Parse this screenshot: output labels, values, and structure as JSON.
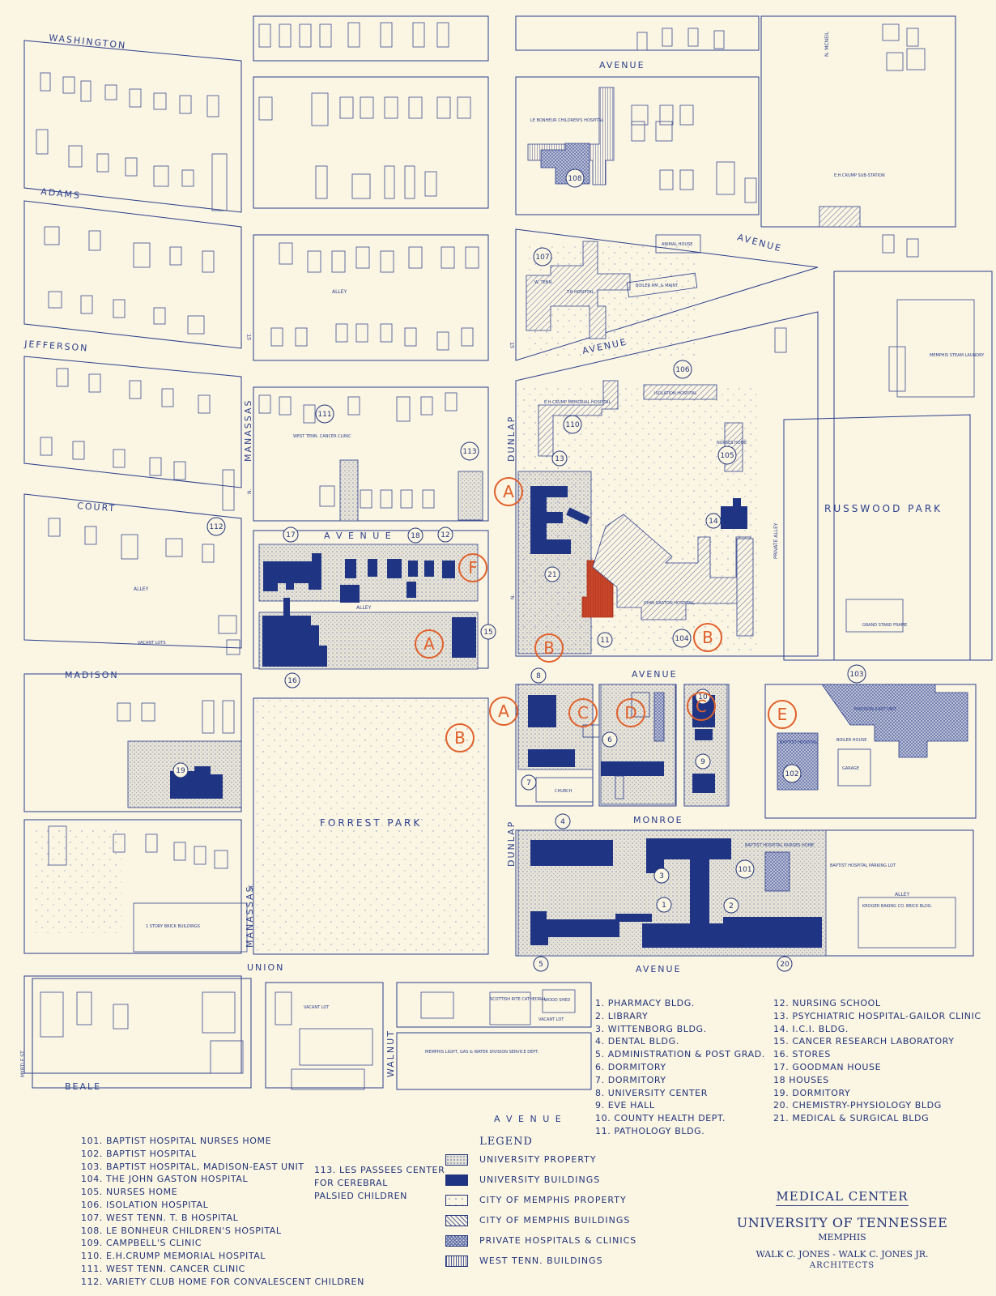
{
  "streets": {
    "washington": "WASHINGTON",
    "adams": "ADAMS",
    "jefferson": "JEFFERSON",
    "court": "COURT",
    "madison": "MADISON",
    "monroe": "MONROE",
    "union": "UNION",
    "beale": "BEALE",
    "avenue": "AVENUE",
    "avenue_spaced": "A V E N U E",
    "alley": "ALLEY",
    "manassas": "MANASSAS",
    "dunlap": "DUNLAP",
    "walnut": "WALNUT",
    "myrtle": "MYRTLE ST",
    "n": "N.",
    "st": "ST.",
    "s": "S",
    "private_alley": "PRIVATE ALLEY",
    "mclemore": "N. MCNEIL"
  },
  "places": {
    "forrest_park": "FORREST PARK",
    "russwood_park": "RUSSWOOD PARK",
    "le_bonheur": "LE BONHEUR CHILDREN'S HOSPITAL",
    "eh_crump_sub": "E.H.CRUMP SUB-STATION",
    "animal_house": "ANIMAL HOUSE",
    "w_tenn_tb": "W. TENN.",
    "tb_hospital": "T.B HOSPITAL",
    "boiler": "BOILER RM. & MAINT.",
    "memphis_steam": "MEMPHIS STEAM LAUNDRY",
    "isolation": "ISOLATION HOSPITAL",
    "eh_crump_memorial": "E.H.CRUMP MEMORIAL HOSPITAL",
    "west_tenn_cancer": "WEST TENN. CANCER CLINIC",
    "nurses_home": "NURSES HOME",
    "john_gaston": "JOHN GASTON HOSPITAL",
    "grand_stand": "GRAND STAND FRAME",
    "church": "CHURCH",
    "baptist_hospital": "BAPTIST HOSPITAL",
    "baptist_nurses": "BAPTIST HOSPITAL NURSES HOME",
    "boiler_house": "BOILER HOUSE",
    "garage": "GARAGE",
    "madison_east": "MADISON-EAST UNIT",
    "parking_lot": "BAPTIST HOSPITAL PARKING LOT",
    "kroger": "KROGER BAKING CO. BRICK BLDG.",
    "vacant_lot": "VACANT LOT",
    "vacant_lots": "VACANT LOTS",
    "storey_brick": "1 STORY BRICK BUILDINGS",
    "memphis_light": "MEMPHIS LIGHT, GAS & WATER DIVISION SERVICE DEPT.",
    "scottish_rite": "SCOTTISH RITE CATHEDRAL",
    "wood_shed": "WOOD SHED"
  },
  "markers": {
    "A": "A",
    "B": "B",
    "C": "C",
    "D": "D",
    "E": "E",
    "F": "F"
  },
  "numbers": [
    "1",
    "2",
    "3",
    "4",
    "5",
    "6",
    "7",
    "8",
    "9",
    "10",
    "11",
    "12",
    "13",
    "14",
    "15",
    "16",
    "17",
    "18",
    "19",
    "20",
    "21",
    "101",
    "102",
    "103",
    "104",
    "105",
    "106",
    "107",
    "108",
    "110",
    "111",
    "112",
    "113"
  ],
  "legend_numbered": [
    "1.  PHARMACY BLDG.",
    "2.  LIBRARY",
    "3.  WITTENBORG BLDG.",
    "4.  DENTAL BLDG.",
    "5.  ADMINISTRATION & POST GRAD.",
    "6.  DORMITORY",
    "7.  DORMITORY",
    "8.  UNIVERSITY CENTER",
    "9.  EVE HALL",
    "10. COUNTY HEALTH DEPT.",
    "11. PATHOLOGY BLDG."
  ],
  "legend_numbered_2": [
    "12. NURSING SCHOOL",
    "13. PSYCHIATRIC HOSPITAL-GAILOR CLINIC",
    "14. I.C.I. BLDG.",
    "15. CANCER RESEARCH LABORATORY",
    "16. STORES",
    "17. GOODMAN HOUSE",
    "18  HOUSES",
    "19. DORMITORY",
    "20. CHEMISTRY-PHYSIOLOGY BLDG",
    "21. MEDICAL & SURGICAL BLDG"
  ],
  "legend_hundreds": [
    "101. BAPTIST HOSPITAL NURSES HOME",
    "102. BAPTIST HOSPITAL",
    "103. BAPTIST HOSPITAL, MADISON-EAST UNIT",
    "104. THE JOHN GASTON HOSPITAL",
    "105. NURSES HOME",
    "106. ISOLATION HOSPITAL",
    "107. WEST TENN. T. B HOSPITAL",
    "108. LE BONHEUR CHILDREN'S HOSPITAL",
    "109. CAMPBELL'S CLINIC",
    "110. E.H.CRUMP MEMORIAL HOSPITAL",
    "111. WEST TENN. CANCER CLINIC",
    "112. VARIETY CLUB HOME FOR CONVALESCENT CHILDREN"
  ],
  "legend_113": [
    "113. LES PASSEES CENTER",
    "FOR CEREBRAL",
    "PALSIED CHILDREN"
  ],
  "legend": {
    "title": "LEGEND",
    "items": [
      {
        "label": "UNIVERSITY PROPERTY",
        "style": "dots"
      },
      {
        "label": "UNIVERSITY BUILDINGS",
        "style": "solid"
      },
      {
        "label": "CITY OF MEMPHIS PROPERTY",
        "style": "sparse"
      },
      {
        "label": "CITY OF MEMPHIS BUILDINGS",
        "style": "diag"
      },
      {
        "label": "PRIVATE  HOSPITALS & CLINICS",
        "style": "cross"
      },
      {
        "label": "WEST TENN.  BUILDINGS",
        "style": "hatch"
      }
    ]
  },
  "title_block": {
    "line1": "MEDICAL CENTER",
    "line2": "UNIVERSITY OF TENNESSEE",
    "line3": "MEMPHIS",
    "line4": "WALK C. JONES - WALK C. JONES JR.",
    "line5": "ARCHITECTS"
  },
  "colors": {
    "paper": "#fbf5e3",
    "ink": "#22357a",
    "university_buildings": "#1f3584",
    "markup_orange": "#e0602a"
  }
}
